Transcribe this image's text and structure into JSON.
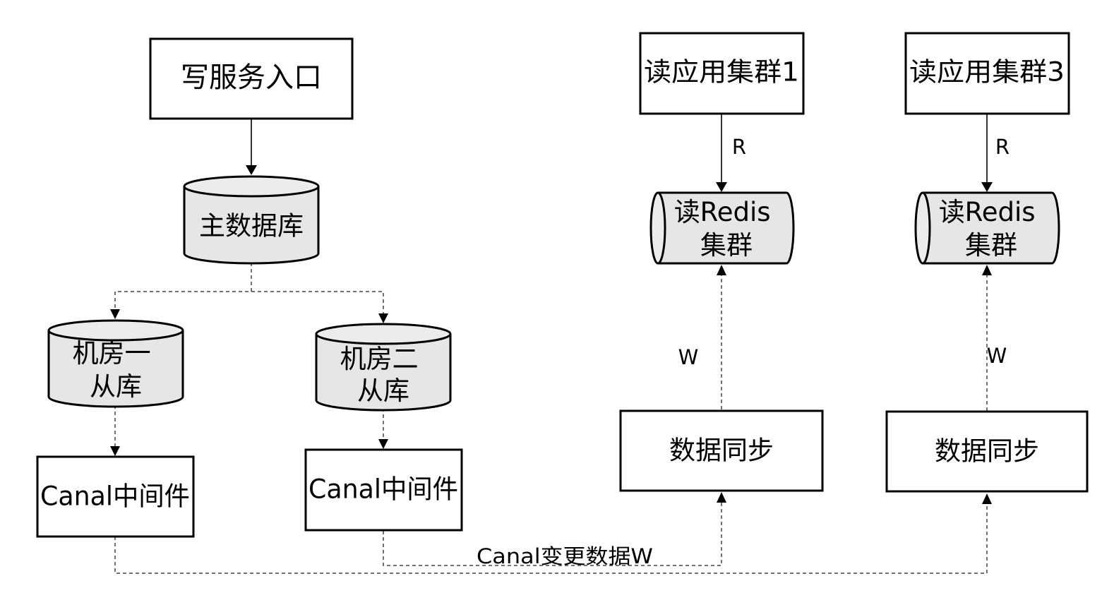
{
  "nodes": {
    "write_entry": "写服务入口",
    "master_db": "主数据库",
    "slave1": [
      "机房一",
      "从库"
    ],
    "slave2": [
      "机房二",
      "从库"
    ],
    "canal1": "Canal中间件",
    "canal2": "Canal中间件",
    "read_app1": "读应用集群1",
    "read_app3": "读应用集群3",
    "redis1": [
      "读Redis",
      "集群"
    ],
    "redis3": [
      "读Redis",
      "集群"
    ],
    "sync1": "数据同步",
    "sync2": "数据同步"
  },
  "edges": {
    "read_label_1": "R",
    "read_label_3": "R",
    "write_label_1": "W",
    "write_label_3": "W",
    "canal_change": "Canal变更数据W"
  }
}
